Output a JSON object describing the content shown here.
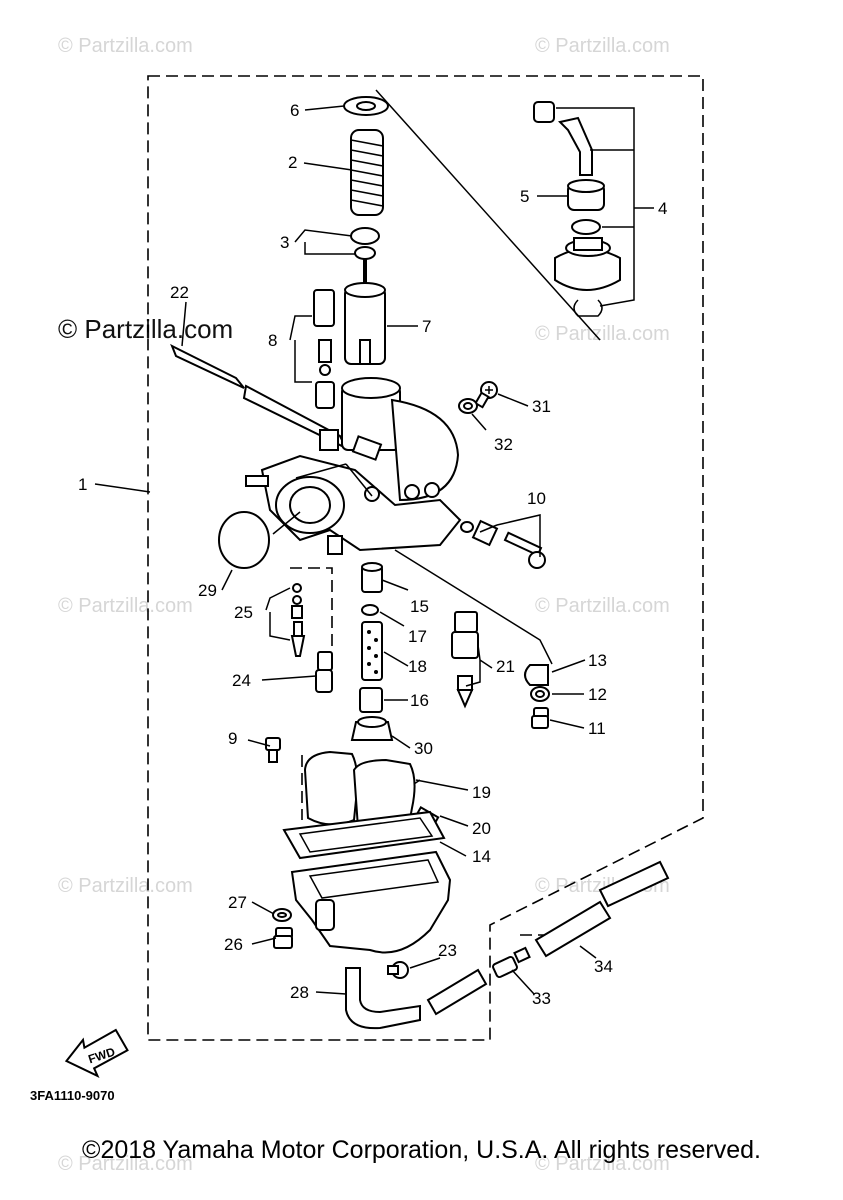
{
  "watermarks": {
    "small": "© Partzilla.com",
    "large": "© Partzilla.com"
  },
  "callouts": [
    "1",
    "2",
    "3",
    "4",
    "5",
    "6",
    "7",
    "8",
    "9",
    "10",
    "11",
    "12",
    "13",
    "14",
    "15",
    "16",
    "17",
    "18",
    "19",
    "20",
    "21",
    "22",
    "23",
    "24",
    "25",
    "26",
    "27",
    "28",
    "29",
    "30",
    "31",
    "32",
    "33",
    "34"
  ],
  "fwd_label": "FWD",
  "drawing_code": "3FA1110-9070",
  "copyright": "©2018 Yamaha Motor Corporation, U.S.A. All rights reserved."
}
